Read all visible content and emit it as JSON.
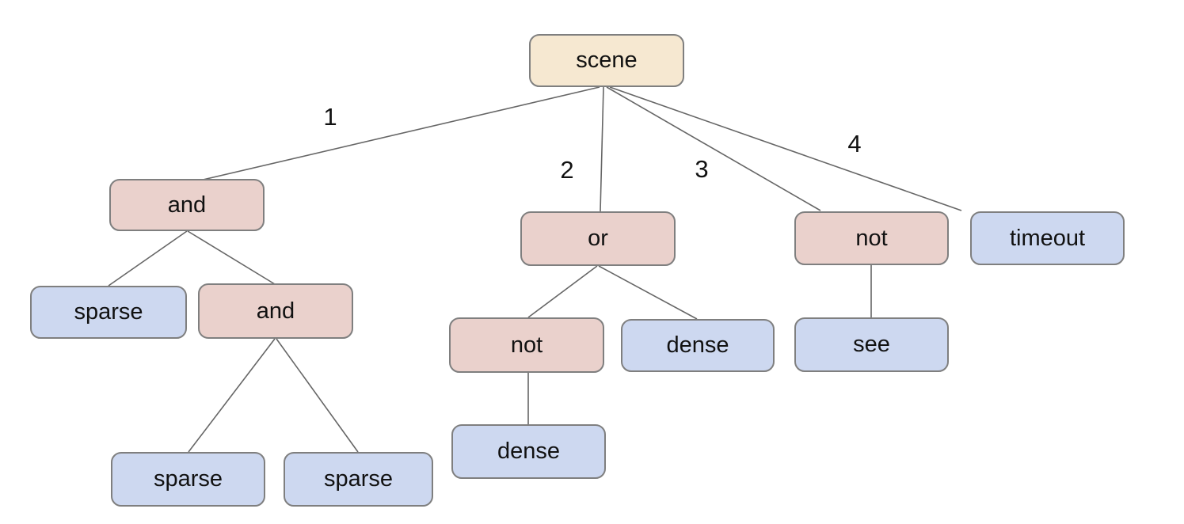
{
  "diagram": {
    "type": "tree",
    "colors": {
      "canvas_bg": "#ffffff",
      "root_fill": "#f6e8d1",
      "operator_fill": "#ead1cc",
      "leaf_fill": "#cdd8f0",
      "node_border": "#7f7f7f",
      "edge_line": "#666666",
      "text": "#111111"
    },
    "nodes": {
      "scene": {
        "label": "scene",
        "kind": "root"
      },
      "and_1": {
        "label": "and",
        "kind": "operator"
      },
      "or_1": {
        "label": "or",
        "kind": "operator"
      },
      "not_1": {
        "label": "not",
        "kind": "operator"
      },
      "timeout": {
        "label": "timeout",
        "kind": "leaf"
      },
      "sparse_1": {
        "label": "sparse",
        "kind": "leaf"
      },
      "and_2": {
        "label": "and",
        "kind": "operator"
      },
      "not_2": {
        "label": "not",
        "kind": "operator"
      },
      "dense_1": {
        "label": "dense",
        "kind": "leaf"
      },
      "see": {
        "label": "see",
        "kind": "leaf"
      },
      "sparse_2": {
        "label": "sparse",
        "kind": "leaf"
      },
      "sparse_3": {
        "label": "sparse",
        "kind": "leaf"
      },
      "dense_2": {
        "label": "dense",
        "kind": "leaf"
      }
    },
    "edges": [
      {
        "from": "scene",
        "to": "and_1",
        "label": "1"
      },
      {
        "from": "scene",
        "to": "or_1",
        "label": "2"
      },
      {
        "from": "scene",
        "to": "not_1",
        "label": "3"
      },
      {
        "from": "scene",
        "to": "timeout",
        "label": "4"
      },
      {
        "from": "and_1",
        "to": "sparse_1",
        "label": ""
      },
      {
        "from": "and_1",
        "to": "and_2",
        "label": ""
      },
      {
        "from": "and_2",
        "to": "sparse_2",
        "label": ""
      },
      {
        "from": "and_2",
        "to": "sparse_3",
        "label": ""
      },
      {
        "from": "or_1",
        "to": "not_2",
        "label": ""
      },
      {
        "from": "or_1",
        "to": "dense_1",
        "label": ""
      },
      {
        "from": "not_2",
        "to": "dense_2",
        "label": ""
      },
      {
        "from": "not_1",
        "to": "see",
        "label": ""
      }
    ]
  }
}
